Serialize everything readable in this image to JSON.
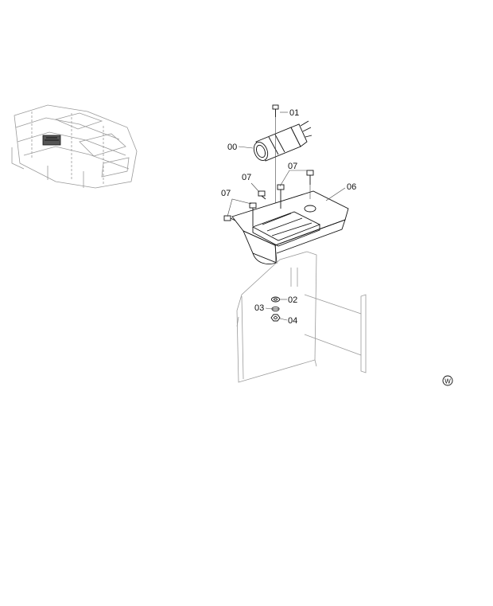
{
  "callouts": {
    "c00": "00",
    "c01": "01",
    "c02": "02",
    "c03": "03",
    "c04": "04",
    "c06": "06",
    "c07a": "07",
    "c07b": "07",
    "c07c": "07"
  },
  "badge": "W"
}
